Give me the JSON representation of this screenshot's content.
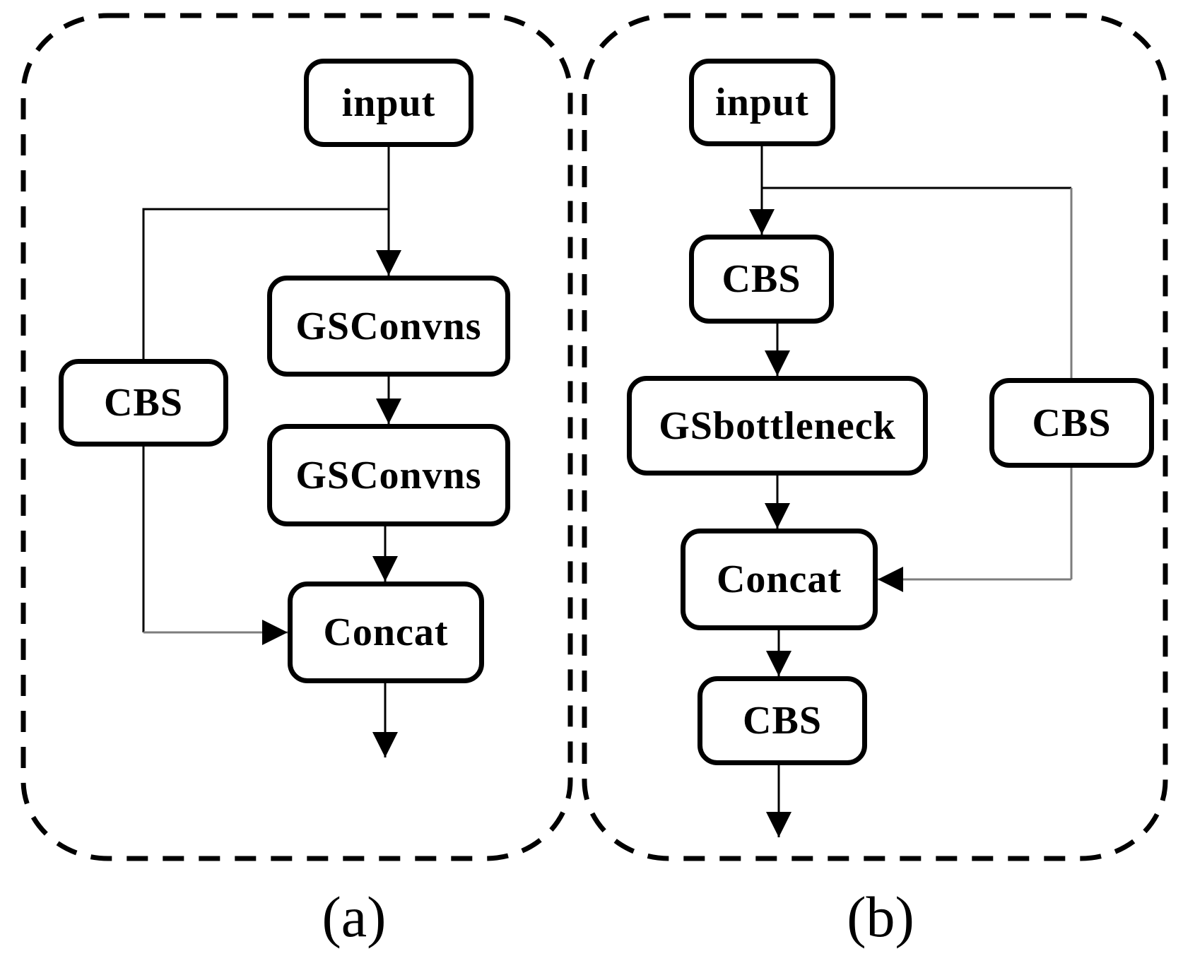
{
  "figure": {
    "type": "flowchart",
    "background": "#ffffff",
    "colors": {
      "box_border": "#000000",
      "text": "#000000",
      "primary_connector": "#000000",
      "secondary_connector": "#7d7d7d",
      "panel_dashed_border": "#000000"
    },
    "panels": [
      {
        "caption": "(a)",
        "nodes": [
          {
            "label": "input"
          },
          {
            "label": "GSConvns"
          },
          {
            "label": "GSConvns"
          },
          {
            "label": "CBS"
          },
          {
            "label": "Concat"
          }
        ]
      },
      {
        "caption": "(b)",
        "nodes": [
          {
            "label": "input"
          },
          {
            "label": "CBS"
          },
          {
            "label": "GSbottleneck"
          },
          {
            "label": "CBS"
          },
          {
            "label": "Concat"
          },
          {
            "label": "CBS"
          }
        ]
      }
    ]
  }
}
